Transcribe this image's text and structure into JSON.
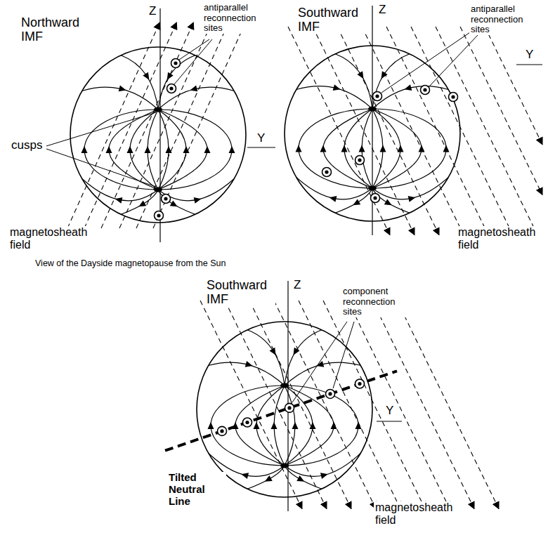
{
  "diagram": {
    "labels": [
      "Northward IMF",
      "Z",
      "antiparallel reconnection sites",
      "cusps",
      "Y",
      "magnetosheath field",
      "View of the Dayside magnetopause from the Sun",
      "Southward IMF",
      "Z",
      "antiparallel reconnection sites",
      "Y",
      "magnetosheath field",
      "Southward IMF",
      "Z",
      "component reconnection sites",
      "Y",
      "Tilted Neutral Line",
      "magnetosheath field"
    ]
  }
}
